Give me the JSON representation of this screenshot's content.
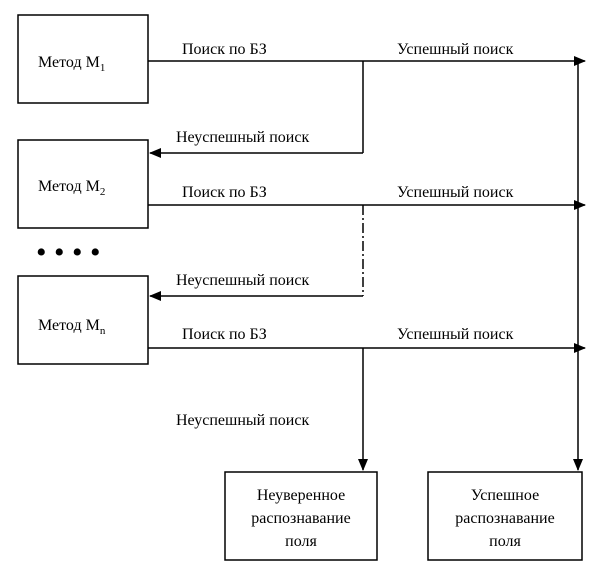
{
  "methods": [
    {
      "label": "Метод М",
      "subscript": "1"
    },
    {
      "label": "Метод М",
      "subscript": "2"
    },
    {
      "label": "Метод М",
      "subscript": "n"
    }
  ],
  "ellipsis": "• • • •",
  "edge_labels": {
    "search_kb": "Поиск по БЗ",
    "success": "Успешный поиск",
    "fail": "Неуспешный поиск"
  },
  "outcomes": {
    "uncertain": [
      "Неуверенное",
      "распознавание",
      "поля"
    ],
    "success": [
      "Успешное",
      "распознавание",
      "поля"
    ]
  }
}
